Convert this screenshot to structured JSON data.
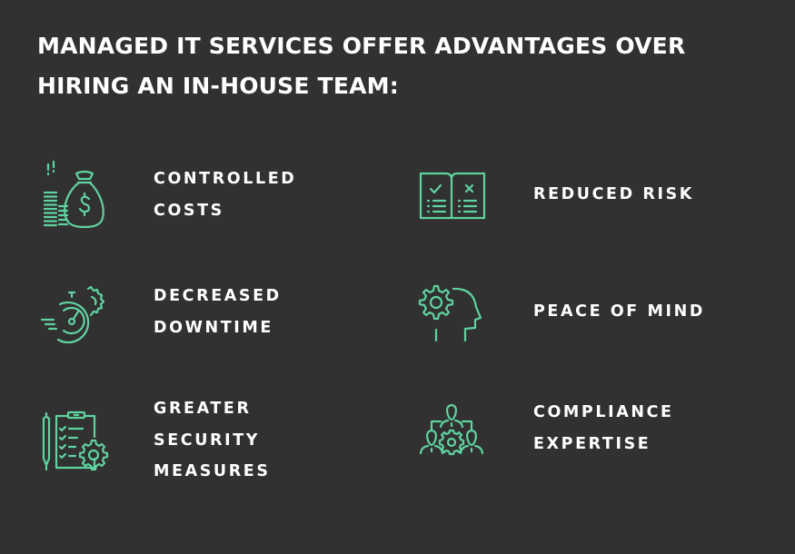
{
  "title": {
    "line1": "MANAGED IT SERVICES OFFER ADVANTAGES OVER",
    "line2": "HIRING AN IN-HOUSE TEAM:"
  },
  "accent_color": "#5fd3a0",
  "background_color": "#313131",
  "benefits": [
    {
      "icon": "money-bag-coins-icon",
      "lines": [
        "CONTROLLED",
        "COSTS"
      ]
    },
    {
      "icon": "open-book-checklist-icon",
      "lines": [
        "REDUCED RISK"
      ]
    },
    {
      "icon": "stopwatch-gear-icon",
      "lines": [
        "DECREASED",
        "DOWNTIME"
      ]
    },
    {
      "icon": "head-gear-icon",
      "lines": [
        "PEACE OF MIND"
      ]
    },
    {
      "icon": "clipboard-checklist-gear-icon",
      "lines": [
        "GREATER",
        "SECURITY",
        "MEASURES"
      ]
    },
    {
      "icon": "team-hierarchy-gear-icon",
      "lines": [
        "COMPLIANCE",
        "EXPERTISE"
      ]
    }
  ]
}
